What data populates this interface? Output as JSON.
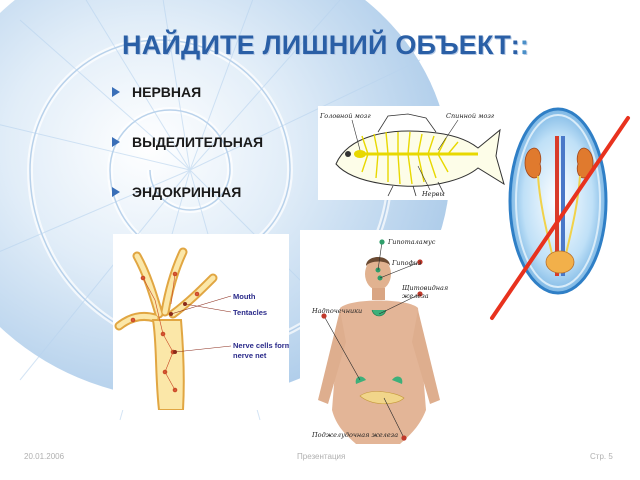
{
  "slide": {
    "title": "НАЙДИТЕ ЛИШНИЙ ОБЪЕКТ:",
    "title_suffix": ":",
    "bullets": [
      {
        "text": "НЕРВНАЯ"
      },
      {
        "text": "ВЫДЕЛИТЕЛЬНАЯ"
      },
      {
        "text": "ЭНДОКРИННАЯ"
      }
    ]
  },
  "fish_diagram": {
    "labels": [
      "Головной мозг",
      "Спинной мозг",
      "Нервы"
    ]
  },
  "hydra_diagram": {
    "labels": [
      "Mouth",
      "Tentacles",
      "Nerve cells forming",
      "nerve net"
    ]
  },
  "endocrine_diagram": {
    "labels": [
      "Гипоталамус",
      "Гипофиз",
      "Щитовидная",
      "железа",
      "Надпочечники",
      "Поджелудочная железа"
    ]
  },
  "kidney_diagram": {
    "crossed_out": true,
    "cross_color": "#e8321e"
  },
  "footer": {
    "date": "20.01.2006",
    "center": "Презентация",
    "page": "Стр. 5"
  },
  "colors": {
    "title": "#2a5fa6",
    "bullet_marker": "#3a6fb8",
    "background_shell": "#9fc3e6"
  }
}
